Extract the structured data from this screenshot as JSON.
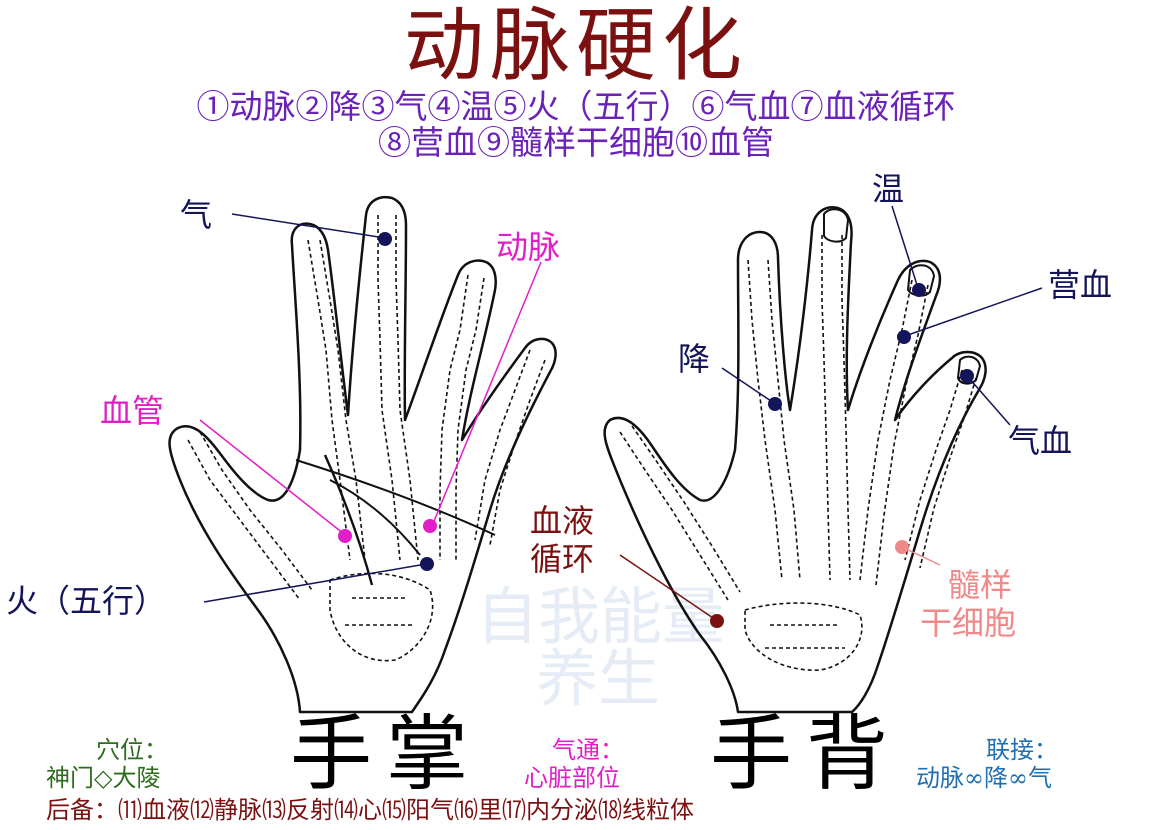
{
  "title": "动脉硬化",
  "legend": {
    "line1": "①动脉②降③气④温⑤火（五行）⑥气血⑦血液循环",
    "line2": "⑧营血⑨髓样干细胞⑩血管"
  },
  "palm_labels": {
    "qi": "气",
    "artery": "动脉",
    "vessel": "血管",
    "fire": "火（五行）"
  },
  "back_labels": {
    "warm": "温",
    "ying_blood": "营血",
    "descend": "降",
    "qi_blood": "气血",
    "blood_circ_1": "血液",
    "blood_circ_2": "循环",
    "marrow_1": "髓样",
    "marrow_2": "干细胞"
  },
  "watermark": {
    "line1": "自我能量",
    "line2": "养生"
  },
  "captions": {
    "palm": "手掌",
    "back": "手背"
  },
  "acupoint": {
    "label": "穴位：",
    "value": "神门◇大陵"
  },
  "qitong": {
    "label": "气通：",
    "value": "心脏部位"
  },
  "link": {
    "label": "联接：",
    "value": "动脉∞降∞气"
  },
  "backup": "后备：⑾血液⑿静脉⒀反射⒁心⒂阳气⒃里⒄内分泌⒅线粒体",
  "colors": {
    "title": "#7a1010",
    "legend": "#6a22b8",
    "navy": "#14145a",
    "magenta": "#e21ec8",
    "darkred": "#7a1010",
    "salmon": "#f08a8a",
    "green": "#2e6b1e",
    "blue": "#1f6fb2"
  }
}
